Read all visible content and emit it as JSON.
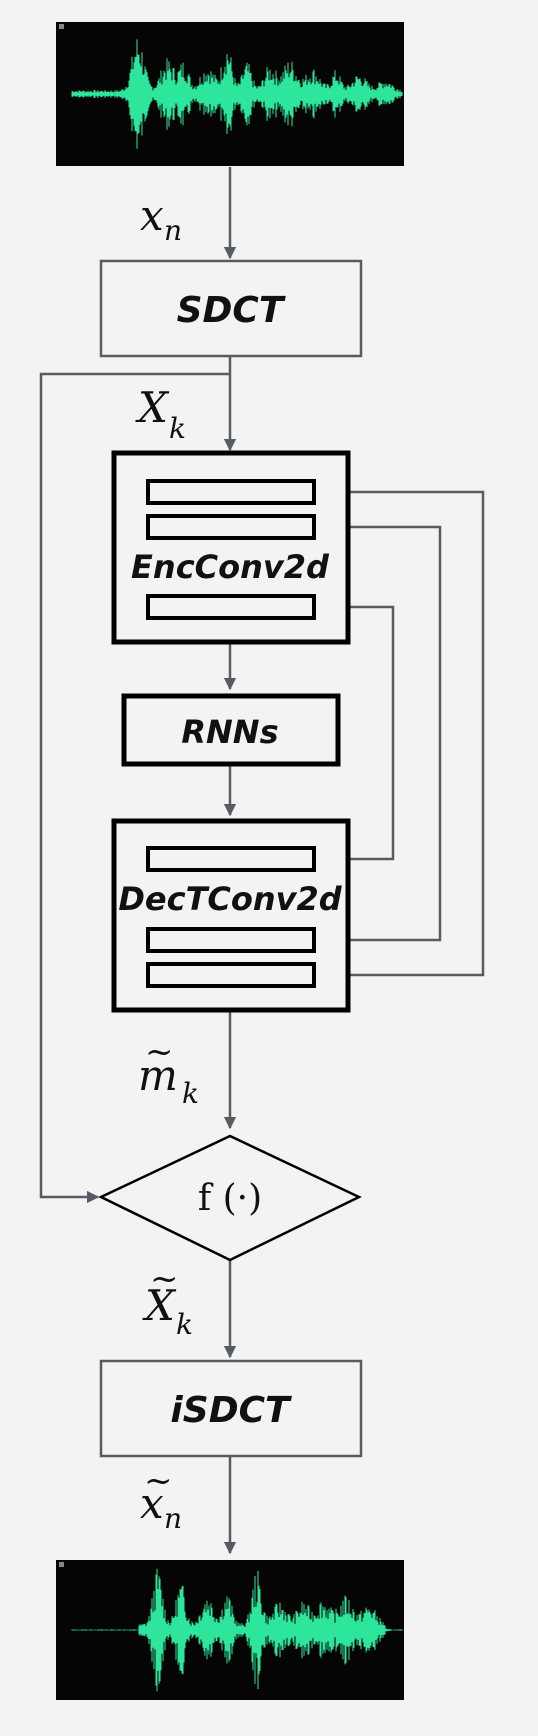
{
  "blocks": {
    "sdct": "SDCT",
    "enc": "EncConv2d",
    "rnn": "RNNs",
    "dec": "DecTConv2d",
    "isdct": "iSDCT"
  },
  "symbols": {
    "xn": "x",
    "xn_sub": "n",
    "Xk": "X",
    "Xk_sub": "k",
    "mk": "m",
    "mk_sub": "k",
    "f": "f (·)",
    "Xk_t": "X",
    "Xk_t_sub": "k",
    "xn_t": "x",
    "xn_t_sub": "n",
    "tilde": "~"
  },
  "colors": {
    "background": "#f3f3f3",
    "connector": "#585c62",
    "waveform": "#2ee59c",
    "waveform_bg": "#050505"
  }
}
